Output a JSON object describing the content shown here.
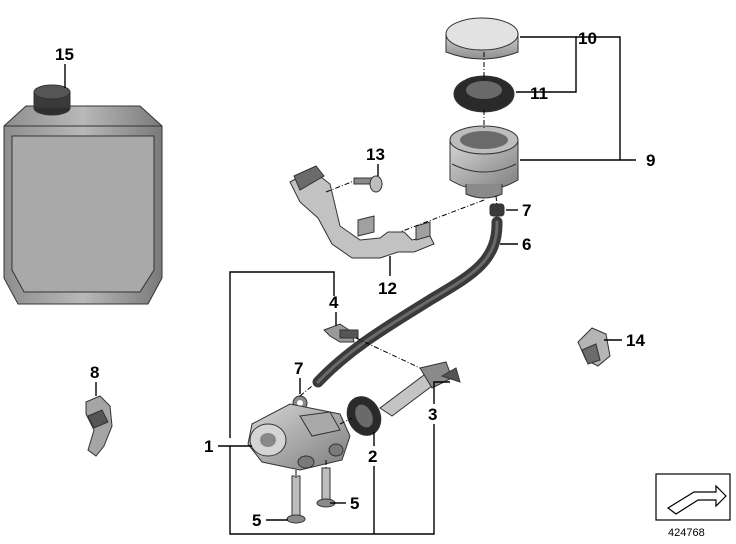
{
  "diagram": {
    "reference_number": "424768",
    "callouts": [
      {
        "id": "c15",
        "label": "15"
      },
      {
        "id": "c13",
        "label": "13"
      },
      {
        "id": "c12",
        "label": "12"
      },
      {
        "id": "c10",
        "label": "10"
      },
      {
        "id": "c11",
        "label": "11"
      },
      {
        "id": "c9",
        "label": "9"
      },
      {
        "id": "c7a",
        "label": "7"
      },
      {
        "id": "c6",
        "label": "6"
      },
      {
        "id": "c4",
        "label": "4"
      },
      {
        "id": "c14",
        "label": "14"
      },
      {
        "id": "c8",
        "label": "8"
      },
      {
        "id": "c7b",
        "label": "7"
      },
      {
        "id": "c3",
        "label": "3"
      },
      {
        "id": "c1",
        "label": "1"
      },
      {
        "id": "c2",
        "label": "2"
      },
      {
        "id": "c5a",
        "label": "5"
      },
      {
        "id": "c5b",
        "label": "5"
      }
    ],
    "colors": {
      "part_fill": "#9a9a9a",
      "part_light": "#c8c8c8",
      "part_dark": "#4a4a4a",
      "hose": "#3a3a3a",
      "line": "#000000"
    }
  }
}
